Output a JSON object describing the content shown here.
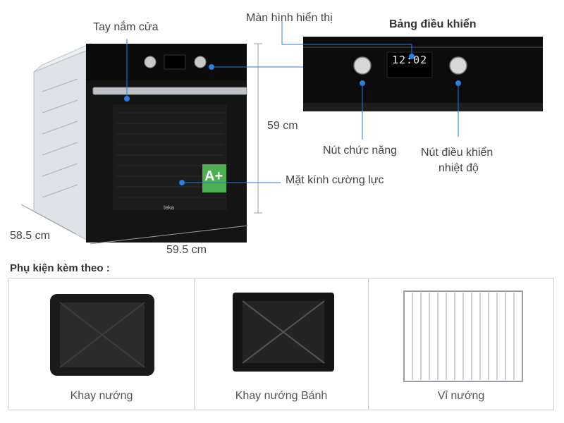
{
  "labels": {
    "handle": "Tay nắm cửa",
    "display": "Màn hình hiển thị",
    "panel_title": "Bảng điều khiển",
    "height": "59 cm",
    "glass": "Mặt kính cường lực",
    "function_knob": "Nút chức năng",
    "temp_knob_line1": "Nút điều khiển",
    "temp_knob_line2": "nhiệt độ",
    "depth": "58.5 cm",
    "width": "59.5 cm"
  },
  "display_time": "12:02",
  "energy_badge": "A+",
  "brand": "teka",
  "accessories": {
    "title": "Phụ kiện kèm theo :",
    "items": [
      {
        "label": "Khay nướng"
      },
      {
        "label": "Khay nướng Bánh"
      },
      {
        "label": "Vỉ nướng"
      }
    ]
  },
  "colors": {
    "accent": "#2a7de1",
    "oven_body": "#141414",
    "energy_green": "#4caf50"
  }
}
